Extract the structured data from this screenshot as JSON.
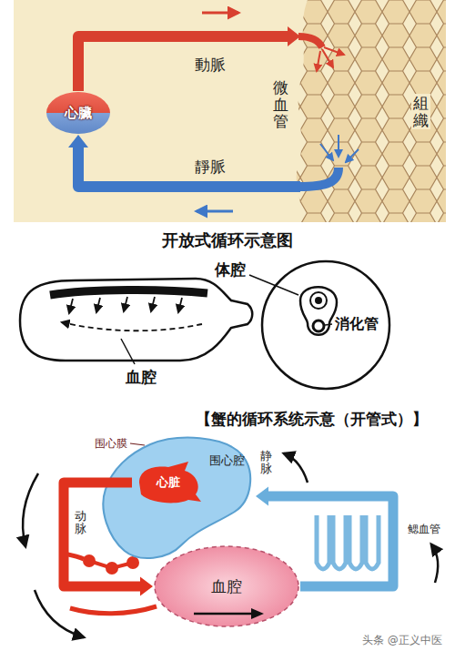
{
  "diagram": {
    "title": "【蟹的循环系统示意（开管式）】",
    "caption": "开放式循环示意图",
    "nodes": [
      {
        "text": [
          "心臟"
        ]
      },
      {
        "text": [
          "組織"
        ]
      },
      {
        "text": [
          "围心腔"
        ]
      },
      {
        "text": [
          "心脏"
        ],
        "in": 2
      },
      {
        "text": [
          "血腔"
        ]
      }
    ],
    "edges": [
      {
        "from": 0,
        "to": 1,
        "arrow": "to",
        "label": "動脈"
      },
      {
        "from": 1,
        "to": 0,
        "arrow": "to",
        "label": "靜脈"
      },
      {
        "from": 3,
        "to": 4,
        "arrow": "to"
      },
      {
        "from": 4,
        "to": 2,
        "arrow": "to"
      }
    ],
    "labels": [
      "微血管",
      "体腔",
      "消化管",
      "血腔",
      "围心膜",
      "静脉",
      "动脉",
      "鳃血管",
      "头条 @正义中医"
    ]
  }
}
